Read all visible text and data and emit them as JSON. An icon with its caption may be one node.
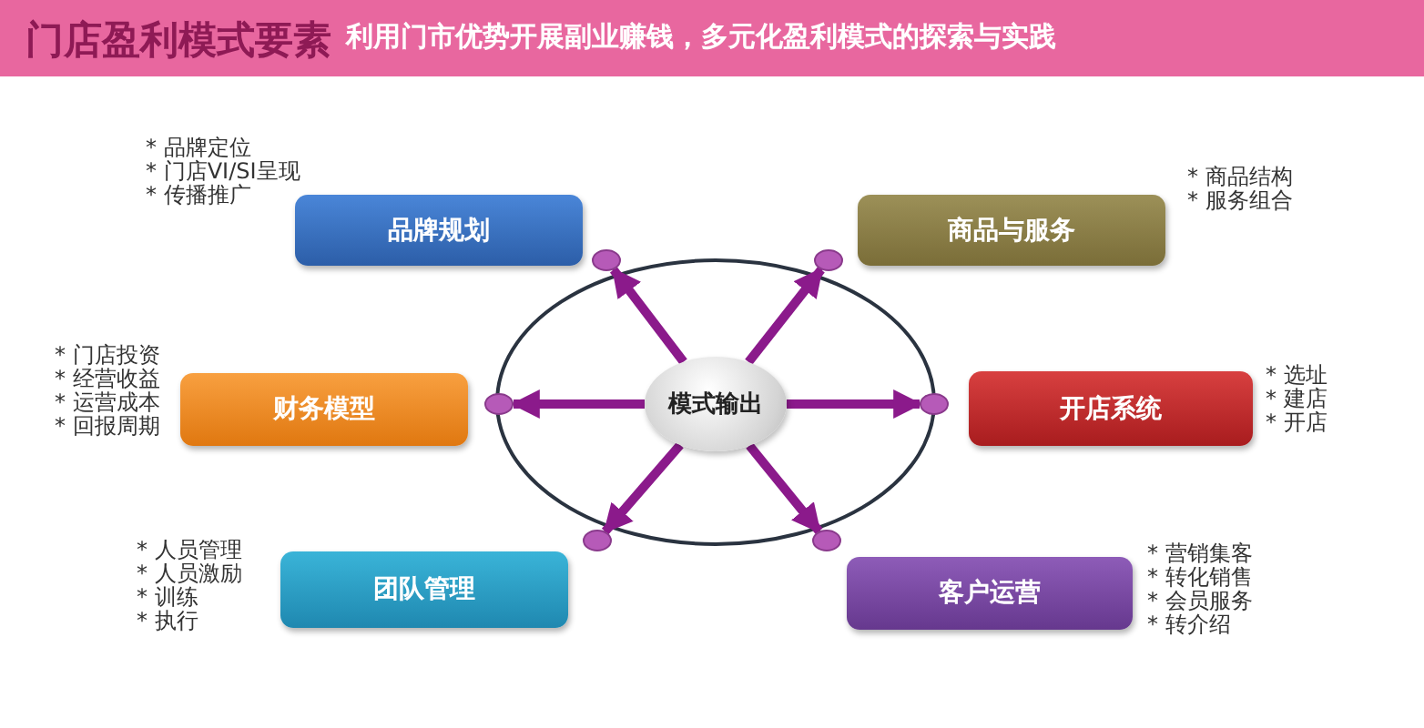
{
  "diagram": {
    "title": "利用门市优势开展副业赚钱，多元化盈利模式的探索与实践",
    "nodes": [
      {
        "text": [
          "品牌规划"
        ],
        "beside": [
          "* 品牌定位",
          "* 门店VI/SI呈现",
          "* 传播推广"
        ]
      },
      {
        "text": [
          "商品与服务"
        ],
        "beside": [
          "* 商品结构",
          "* 服务组合"
        ]
      },
      {
        "text": [
          "财务模型"
        ],
        "beside": [
          "* 门店投资",
          "* 经营收益",
          "* 运营成本",
          "* 回报周期"
        ]
      },
      {
        "text": [
          "开店系统"
        ],
        "beside": [
          "* 选址",
          "* 建店",
          "* 开店"
        ]
      },
      {
        "text": [
          "团队管理"
        ],
        "beside": [
          "* 人员管理",
          "* 人员激励",
          "* 训练",
          "* 执行"
        ]
      },
      {
        "text": [
          "客户运营"
        ],
        "beside": [
          "* 营销集客",
          "* 转化销售",
          "* 会员服务",
          "* 转介绍"
        ]
      },
      {
        "text": [
          "模式输出"
        ]
      },
      {
        "text": [],
        "shape": "circle"
      },
      {
        "text": [],
        "shape": "circle"
      },
      {
        "text": [],
        "shape": "circle"
      },
      {
        "text": [],
        "shape": "circle"
      },
      {
        "text": [],
        "shape": "circle"
      },
      {
        "text": [],
        "shape": "circle"
      }
    ],
    "edges": [
      {
        "from": 6,
        "to": 7,
        "arrow": "to"
      },
      {
        "from": 6,
        "to": 8,
        "arrow": "to"
      },
      {
        "from": 6,
        "to": 9,
        "arrow": "to"
      },
      {
        "from": 6,
        "to": 10,
        "arrow": "to"
      },
      {
        "from": 6,
        "to": 11,
        "arrow": "to"
      },
      {
        "from": 6,
        "to": 12,
        "arrow": "to"
      }
    ],
    "labels": [
      "门店盈利模式要素"
    ]
  }
}
